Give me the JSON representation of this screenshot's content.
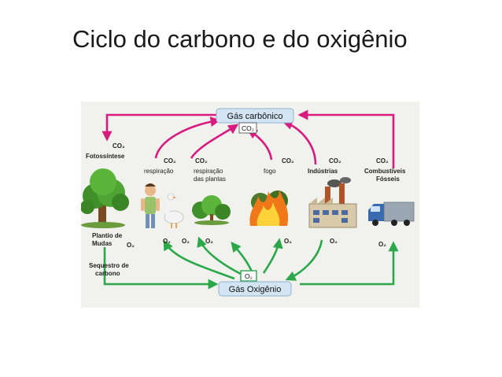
{
  "slide": {
    "title": "Ciclo do carbono e do oxigênio"
  },
  "diagram": {
    "top_box": {
      "label": "Gás carbônico",
      "formula": "CO₂"
    },
    "bottom_box": {
      "label": "Gás Oxigênio",
      "formula": "O₂"
    },
    "processes": {
      "fotossintese": "Fotossíntese",
      "respiracao": "respiração",
      "respiracao_plantas_1": "respiração",
      "respiracao_plantas_2": "das plantas",
      "fogo": "fogo",
      "industrias": "Indústrias",
      "combustiveis_1": "Combustíveis",
      "combustiveis_2": "Fósseis",
      "plantio_1": "Plantio de",
      "plantio_2": "Mudas",
      "sequestro_1": "Sequestro de",
      "sequestro_2": "carbono"
    },
    "co2": "CO₂",
    "o2": "O₂",
    "colors": {
      "co2_arrow": "#d81b7e",
      "o2_arrow": "#2aa84a",
      "box_fill": "#d3e4f2",
      "box_stroke": "#8fb3d4",
      "panel_bg": "#f1f1ee"
    },
    "icons": [
      "tree-icon",
      "person-icon",
      "goose-icon",
      "bush-icon",
      "fire-icon",
      "factory-icon",
      "truck-icon"
    ]
  }
}
